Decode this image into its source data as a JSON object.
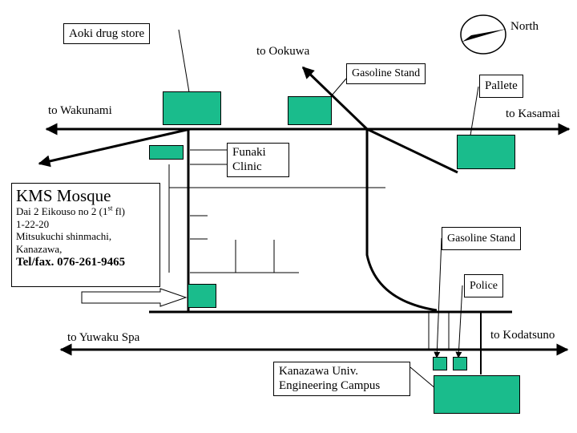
{
  "compass": {
    "label": "North",
    "icon": "north-arrow-icon"
  },
  "roads": [
    {
      "name": "to Ookuwa"
    },
    {
      "name": "to Wakunami"
    },
    {
      "name": "to Kasamai"
    },
    {
      "name": "to Yuwaku Spa"
    },
    {
      "name": "to Kodatsuno"
    }
  ],
  "landmarks": {
    "aoki": "Aoki drug store",
    "gasoline_top": "Gasoline Stand",
    "pallete": "Pallete",
    "funaki_line1": "Funaki",
    "funaki_line2": "Clinic",
    "gasoline_right": "Gasoline Stand",
    "police": "Police",
    "kanazawa_line1": "Kanazawa Univ.",
    "kanazawa_line2": "Engineering Campus"
  },
  "mosque": {
    "name": "KMS Mosque",
    "address_line1_prefix": "Dai 2 Eikouso no 2 (1",
    "address_line1_sup": "st",
    "address_line1_suffix": " fl)",
    "address_line2": "1-22-20",
    "address_line3": "Mitsukuchi shinmachi,",
    "address_line4": "Kanazawa,",
    "phone": "Tel/fax. 076-261-9465"
  },
  "colors": {
    "building": "#1abc8c",
    "ink": "#000000",
    "background": "#ffffff"
  }
}
